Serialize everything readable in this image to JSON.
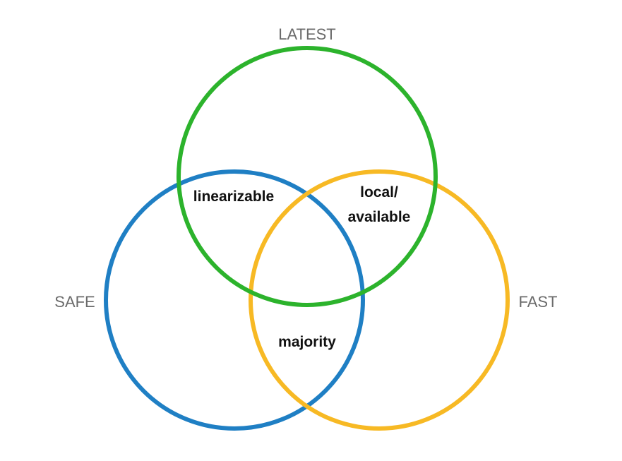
{
  "diagram": {
    "sets": [
      {
        "id": "latest",
        "label": "LATEST",
        "color": "#2cb32c"
      },
      {
        "id": "safe",
        "label": "SAFE",
        "color": "#1f7fc4"
      },
      {
        "id": "fast",
        "label": "FAST",
        "color": "#f7b924"
      }
    ],
    "regions": {
      "latest_safe": {
        "line1": "linearizable"
      },
      "latest_fast": {
        "line1": "local/",
        "line2": "available"
      },
      "safe_fast": {
        "line1": "majority"
      }
    }
  }
}
